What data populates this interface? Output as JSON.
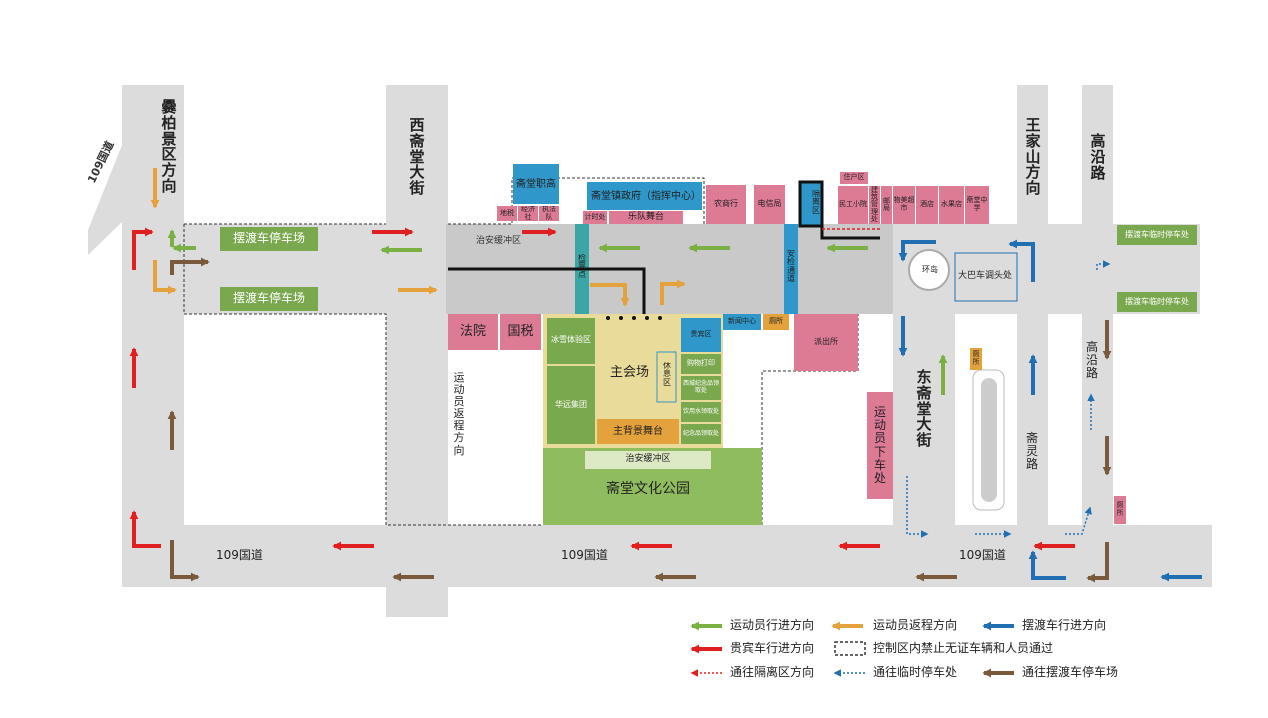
{
  "roads": {
    "guodao_109": "109国道",
    "west_street": "西斋堂大街",
    "east_street": "东斋堂大街",
    "wangjiashan": "王家山方向",
    "gaoyan_top": "高沿路",
    "gaoyan_side": "高沿路",
    "zhailing": "斋灵路",
    "lingjing": "爨柏景区方向",
    "diagonal_109": "109国道"
  },
  "buildings": {
    "zhigao": "斋堂职高",
    "zhengfu": "斋堂镇政府（指挥中心）",
    "yuedui": "乐队舞台",
    "jishi": "计时处",
    "small_labels": [
      "地税",
      "经济社",
      "执法队"
    ],
    "nongshang": "农商行",
    "dianxin": "电信局",
    "geli": "隔离区",
    "zhuhuqu": "住户区",
    "minggong": "民工小院",
    "jianan": "建筑管理处",
    "youju": "邮局",
    "wumei": "物美超市",
    "fandian": "酒店",
    "shuiguo": "水果店",
    "zhongxue": "斋堂中学",
    "fayuan": "法院",
    "guoshui": "国税",
    "binguan": "贵宾区",
    "xinwen": "新闻中心",
    "cesuo": "厕所",
    "paichu": "派出所",
    "zhuhuichang": "主会场",
    "xiuxi": "休息区",
    "bingxue": "冰雪体验区",
    "huayuan": "华远集团",
    "zhubeijing": "主背景舞台",
    "jinian1": "购物打印",
    "jinian2": "西城纪念品领取处",
    "jinian3": "饮用水领取处",
    "jinian4": "纪念品领取处",
    "gongyuan": "斋堂文化公园",
    "huanchong_top": "治安缓冲区",
    "huanchong_bottom": "治安缓冲区",
    "jianpiao": "检票点",
    "anjian": "安检通道",
    "huandao": "环岛",
    "dabache": "大巴车调头处",
    "ceshuo2": "厕所",
    "ceshuo3": "厕所",
    "parking1": "摆渡车停车场",
    "parking2": "摆渡车停车场",
    "temp1": "摆渡车临时停车处",
    "temp2": "摆渡车临时停车处",
    "fanchang": "运动员返程方向",
    "xiache": "运动员下车处"
  },
  "legend": [
    {
      "label": "运动员行进方向",
      "color": "#7bb043",
      "style": "arrow"
    },
    {
      "label": "运动员返程方向",
      "color": "#e4a23c",
      "style": "arrow"
    },
    {
      "label": "摆渡车行进方向",
      "color": "#1f6fb2",
      "style": "arrow"
    },
    {
      "label": "贵宾车行进方向",
      "color": "#e02020",
      "style": "arrow"
    },
    {
      "label": "控制区内禁止无证车辆和人员通过",
      "color": "#333333",
      "style": "box"
    },
    {
      "label": "通往隔离区方向",
      "color": "#e02020",
      "style": "dotted"
    },
    {
      "label": "通往临时停车处",
      "color": "#1f6fb2",
      "style": "dotted"
    },
    {
      "label": "通往摆渡车停车场",
      "color": "#7a5a3a",
      "style": "arrow"
    }
  ],
  "colors": {
    "road": "#dcdcdc",
    "plaza": "#c9c9c9",
    "athlete": "#7bb043",
    "return": "#e4a23c",
    "shuttle": "#1f6fb2",
    "vip": "#e02020",
    "parking_arrow": "#7a5a3a",
    "building": "#dd7b95",
    "park": "#8fbc5f",
    "venue": "#e9dc9a"
  }
}
